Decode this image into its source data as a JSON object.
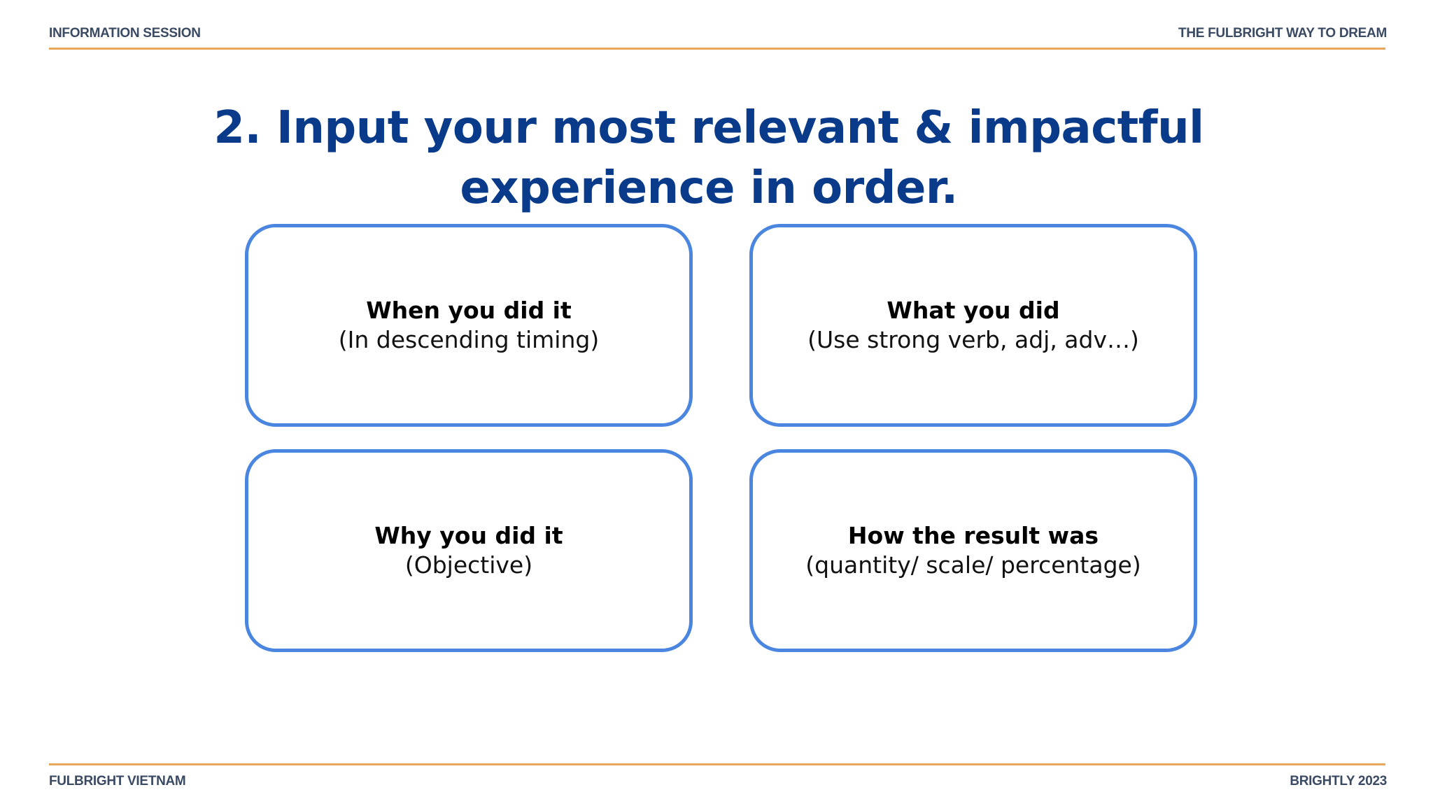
{
  "header": {
    "left": "INFORMATION SESSION",
    "right": "THE FULBRIGHT WAY TO DREAM"
  },
  "footer": {
    "left": "FULBRIGHT VIETNAM",
    "right": "BRIGHTLY 2023"
  },
  "title": "2. Input your most relevant & impactful experience in order.",
  "cards": [
    {
      "title": "When you did it",
      "subtitle": "(In descending timing)"
    },
    {
      "title": "What you did",
      "subtitle": "(Use strong verb, adj, adv…)"
    },
    {
      "title": "Why you did it",
      "subtitle": "(Objective)"
    },
    {
      "title": "How the result was",
      "subtitle": "(quantity/ scale/ percentage)"
    }
  ],
  "colors": {
    "title": "#0a3a8a",
    "card_border": "#4a86e0",
    "rule": "#e8a65a",
    "header_text": "#3b4a63"
  }
}
